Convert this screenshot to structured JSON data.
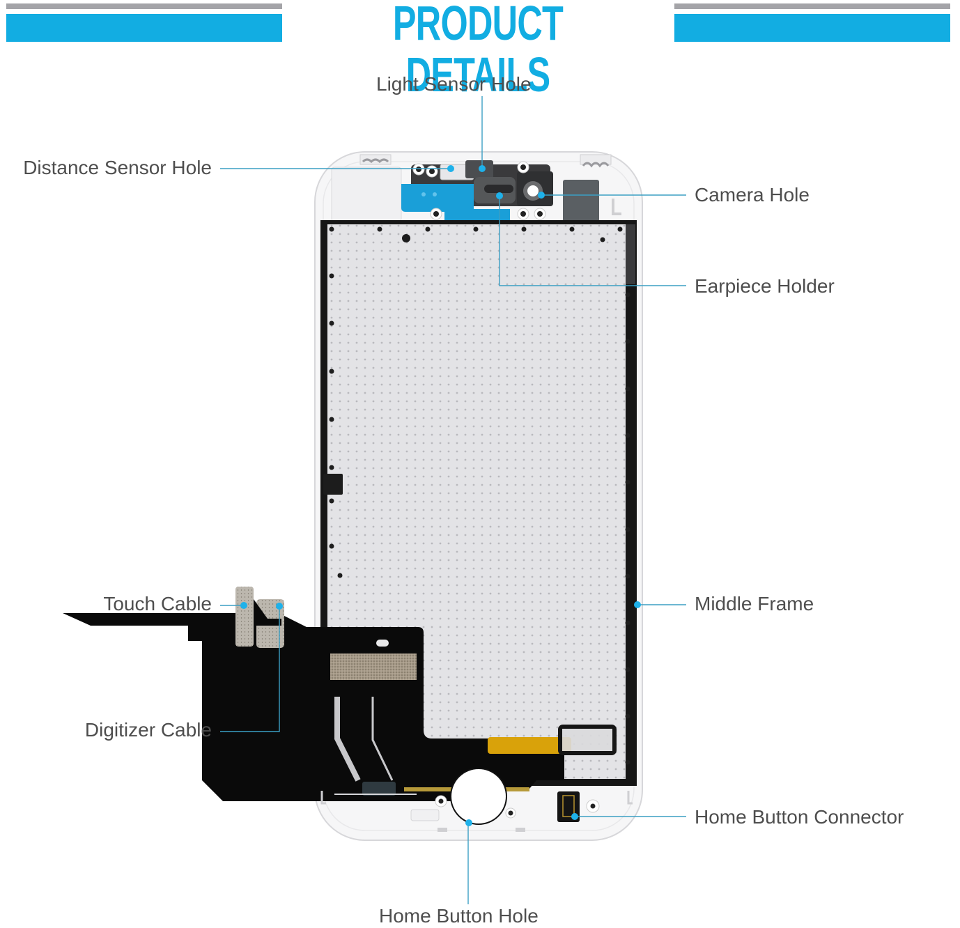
{
  "header": {
    "title": "PRODUCT DETAILS"
  },
  "colors": {
    "accent_blue": "#12ade2",
    "bar_gray": "#a4a4a8",
    "label_text": "#4e4e4e",
    "callout_line": "#3b9fc4",
    "callout_dot": "#1eb1ea"
  },
  "subject": "Phone LCD screen assembly (rear view)",
  "callouts": {
    "light_sensor_hole": "Light Sensor Hole",
    "distance_sensor_hole": "Distance Sensor Hole",
    "camera_hole": "Camera Hole",
    "earpiece_holder": "Earpiece Holder",
    "touch_cable": "Touch Cable",
    "middle_frame": "Middle Frame",
    "digitizer_cable": "Digitizer Cable",
    "home_button_connector": "Home Button Connector",
    "home_button_hole": "Home Button Hole"
  }
}
